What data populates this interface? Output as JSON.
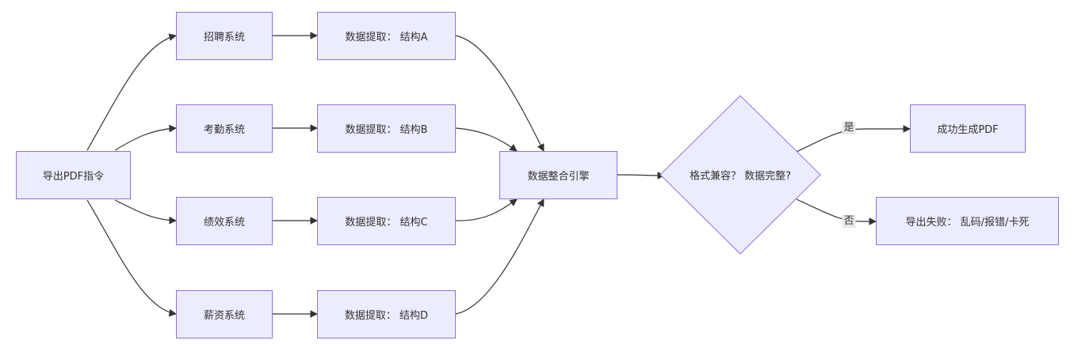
{
  "nodes": {
    "export_cmd": "导出PDF指令",
    "recruit": "招聘系统",
    "attendance": "考勤系统",
    "performance": "绩效系统",
    "salary": "薪资系统",
    "extract_a": "数据提取： 结构A",
    "extract_b": "数据提取： 结构B",
    "extract_c": "数据提取： 结构C",
    "extract_d": "数据提取： 结构D",
    "engine": "数据整合引擎",
    "decision": "格式兼容？ 数据完整?",
    "success": "成功生成PDF",
    "failure": "导出失败： 乱码/报错/卡死"
  },
  "edge_labels": {
    "yes": "是",
    "no": "否"
  },
  "colors": {
    "node_fill": "#ececff",
    "node_stroke": "#9370db",
    "edge": "#333333",
    "label_bg": "#e8e8e8"
  }
}
